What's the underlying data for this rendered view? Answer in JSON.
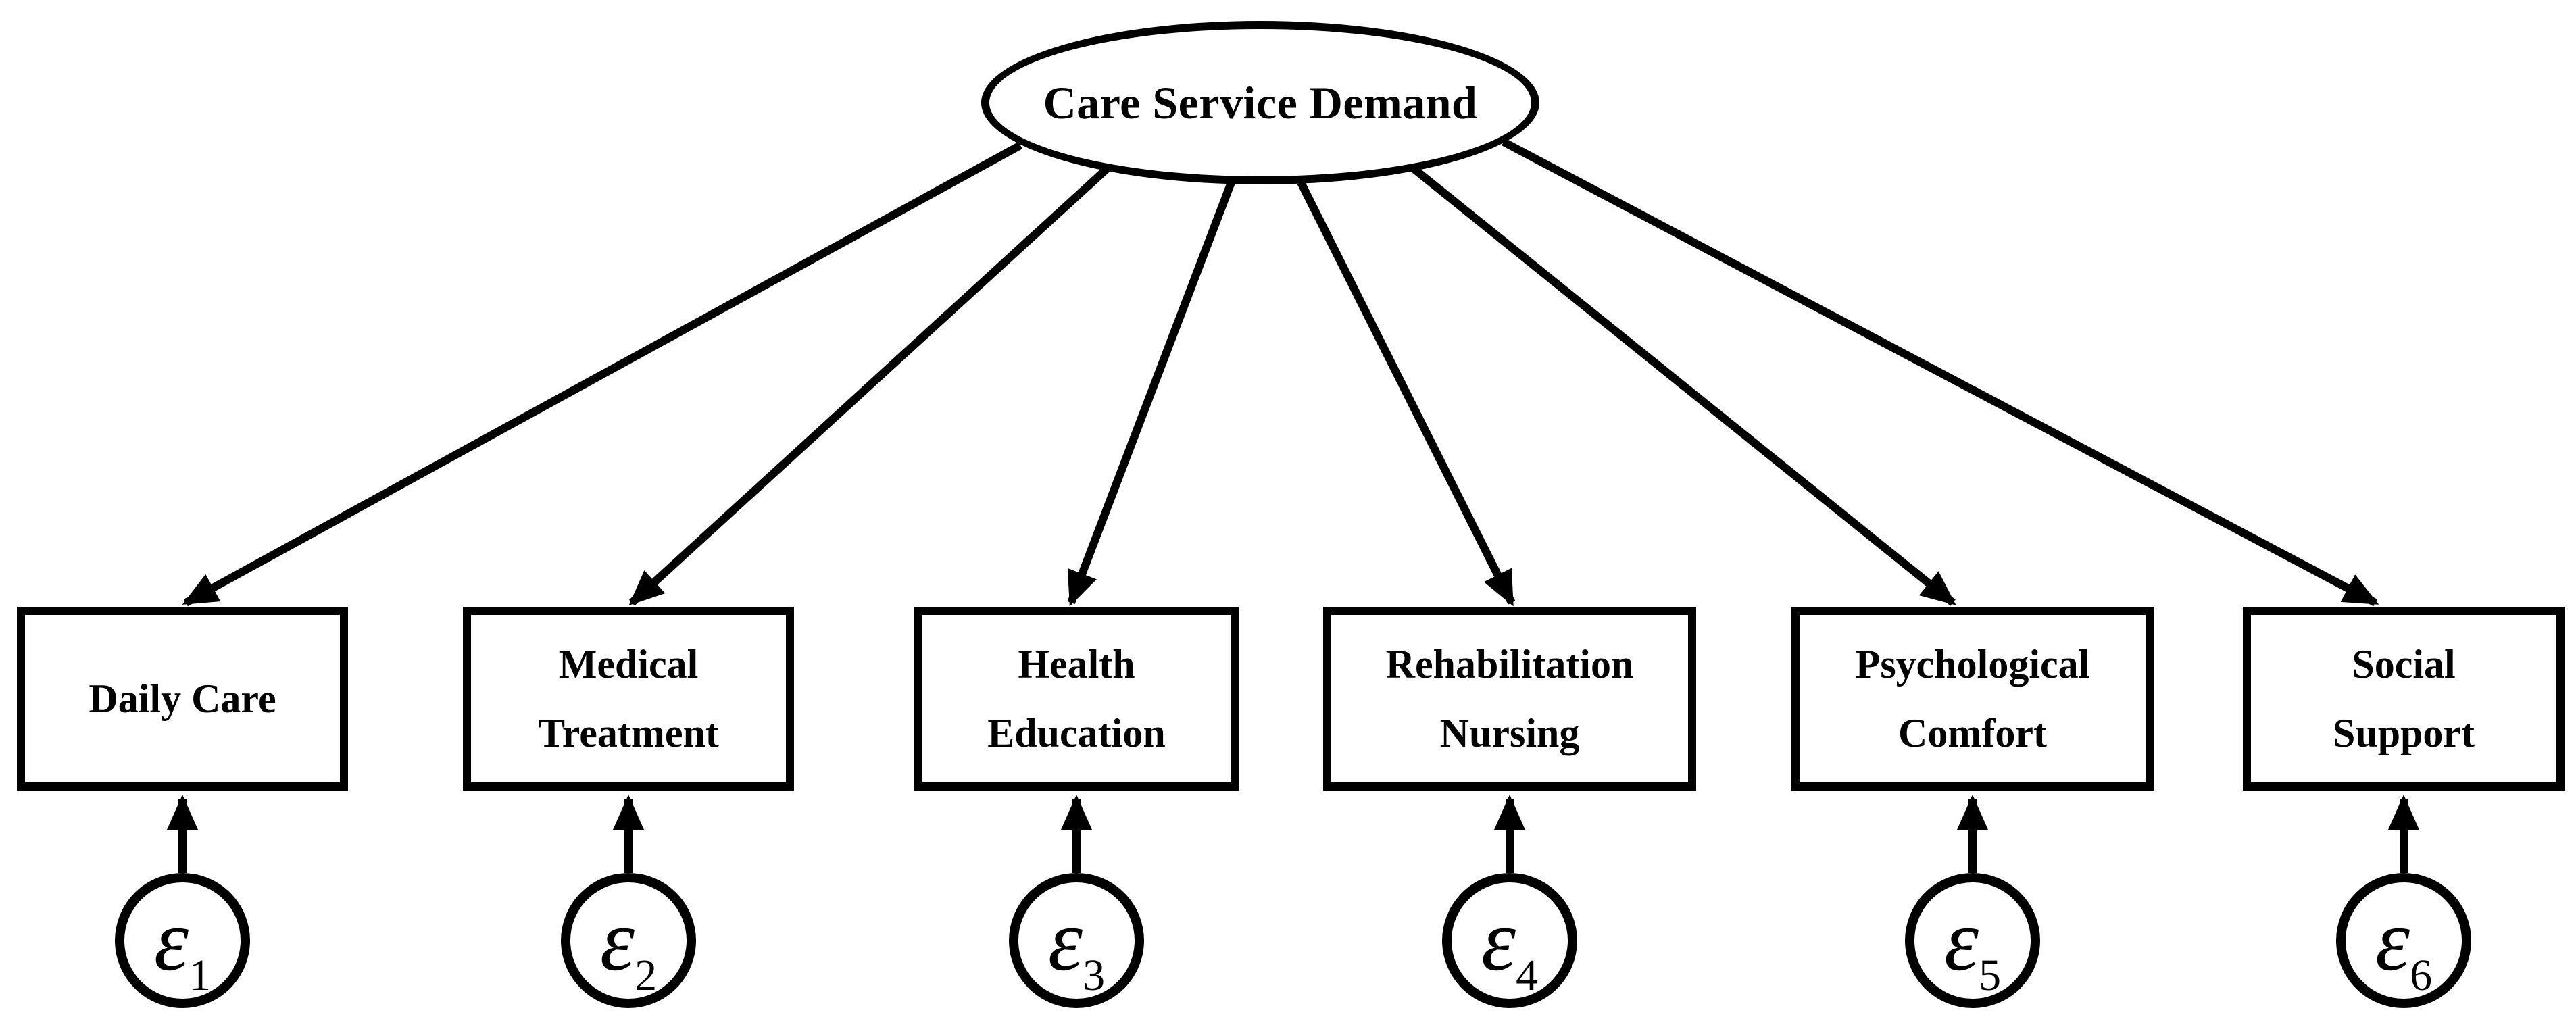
{
  "diagram": {
    "type": "sem-path-diagram",
    "background_color": "#ffffff",
    "stroke_color": "#000000",
    "latent": {
      "label": "Care Service Demand",
      "shape": "ellipse"
    },
    "indicators": [
      {
        "label": "Daily Care",
        "lines": [
          "Daily Care"
        ],
        "error": {
          "symbol": "ε",
          "subscript": "1"
        }
      },
      {
        "label": "Medical Treatment",
        "lines": [
          "Medical",
          "Treatment"
        ],
        "error": {
          "symbol": "ε",
          "subscript": "2"
        }
      },
      {
        "label": "Health Education",
        "lines": [
          "Health",
          "Education"
        ],
        "error": {
          "symbol": "ε",
          "subscript": "3"
        }
      },
      {
        "label": "Rehabilitation Nursing",
        "lines": [
          "Rehabilitation",
          "Nursing"
        ],
        "error": {
          "symbol": "ε",
          "subscript": "4"
        }
      },
      {
        "label": "Psychological Comfort",
        "lines": [
          "Psychological",
          "Comfort"
        ],
        "error": {
          "symbol": "ε",
          "subscript": "5"
        }
      },
      {
        "label": "Social Support",
        "lines": [
          "Social",
          "Support"
        ],
        "error": {
          "symbol": "ε",
          "subscript": "6"
        }
      }
    ],
    "edges": [
      {
        "from": "Care Service Demand",
        "to": "Daily Care"
      },
      {
        "from": "Care Service Demand",
        "to": "Medical Treatment"
      },
      {
        "from": "Care Service Demand",
        "to": "Health Education"
      },
      {
        "from": "Care Service Demand",
        "to": "Rehabilitation Nursing"
      },
      {
        "from": "Care Service Demand",
        "to": "Psychological Comfort"
      },
      {
        "from": "Care Service Demand",
        "to": "Social Support"
      },
      {
        "from": "ε1",
        "to": "Daily Care"
      },
      {
        "from": "ε2",
        "to": "Medical Treatment"
      },
      {
        "from": "ε3",
        "to": "Health Education"
      },
      {
        "from": "ε4",
        "to": "Rehabilitation Nursing"
      },
      {
        "from": "ε5",
        "to": "Psychological Comfort"
      },
      {
        "from": "ε6",
        "to": "Social Support"
      }
    ]
  }
}
